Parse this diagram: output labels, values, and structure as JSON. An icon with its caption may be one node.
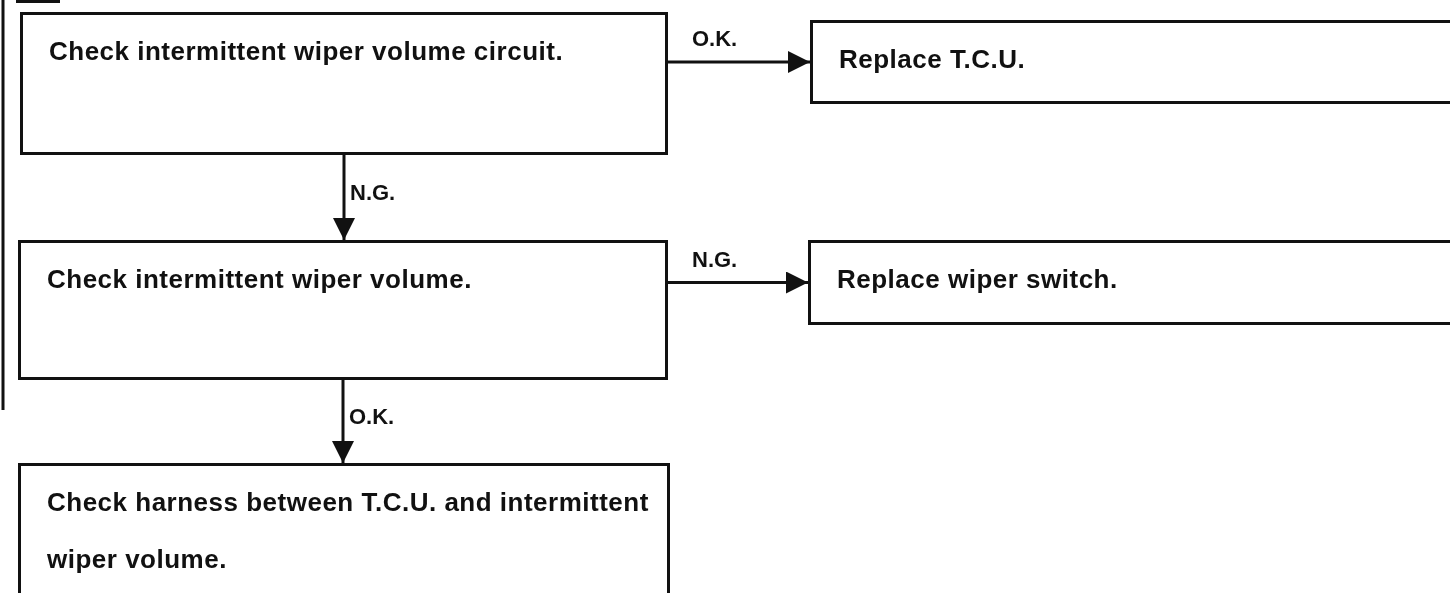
{
  "diagram": {
    "nodes": [
      {
        "text": [
          "Check intermittent wiper volume circuit."
        ]
      },
      {
        "text": [
          "Replace T.C.U."
        ]
      },
      {
        "text": [
          "Check intermittent wiper volume."
        ]
      },
      {
        "text": [
          "Replace wiper switch."
        ]
      },
      {
        "text": [
          "Check harness between T.C.U. and intermittent wiper volume."
        ]
      }
    ],
    "edges": [
      {
        "from": 0,
        "to": 1,
        "arrow": "to",
        "label": "O.K."
      },
      {
        "from": 0,
        "to": 2,
        "arrow": "to",
        "label": "N.G."
      },
      {
        "from": 2,
        "to": 3,
        "arrow": "to",
        "label": "N.G."
      },
      {
        "from": 2,
        "to": 4,
        "arrow": "to",
        "label": "O.K."
      }
    ]
  }
}
